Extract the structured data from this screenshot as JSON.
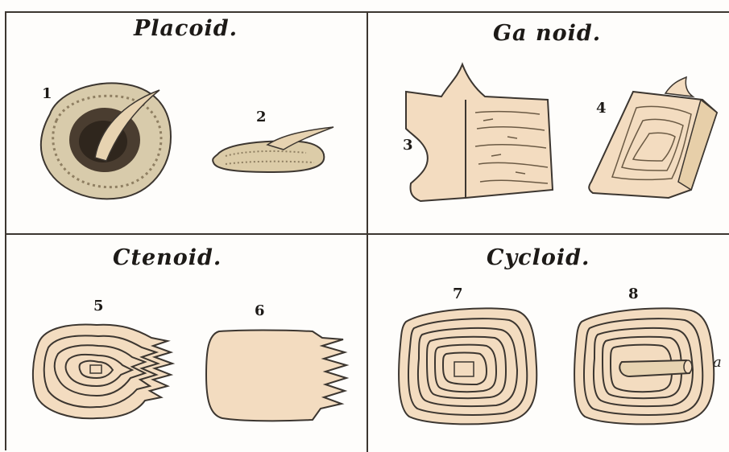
{
  "sections": {
    "placoid": {
      "title": "Placoid."
    },
    "ganoid": {
      "title": "Ga noid."
    },
    "ctenoid": {
      "title": "Ctenoid."
    },
    "cycloid": {
      "title": "Cycloid."
    }
  },
  "figure_numbers": [
    "1",
    "2",
    "3",
    "4",
    "5",
    "6",
    "7",
    "8"
  ],
  "annotation_a": "a",
  "colors": {
    "paper": "#fefdfb",
    "ink": "#3c3630",
    "scale_fill": "#f3dcc0",
    "placoid_dark": "#4a3d30",
    "placoid_texture": "#cbbd9a",
    "spine": "#e7d3b1"
  }
}
